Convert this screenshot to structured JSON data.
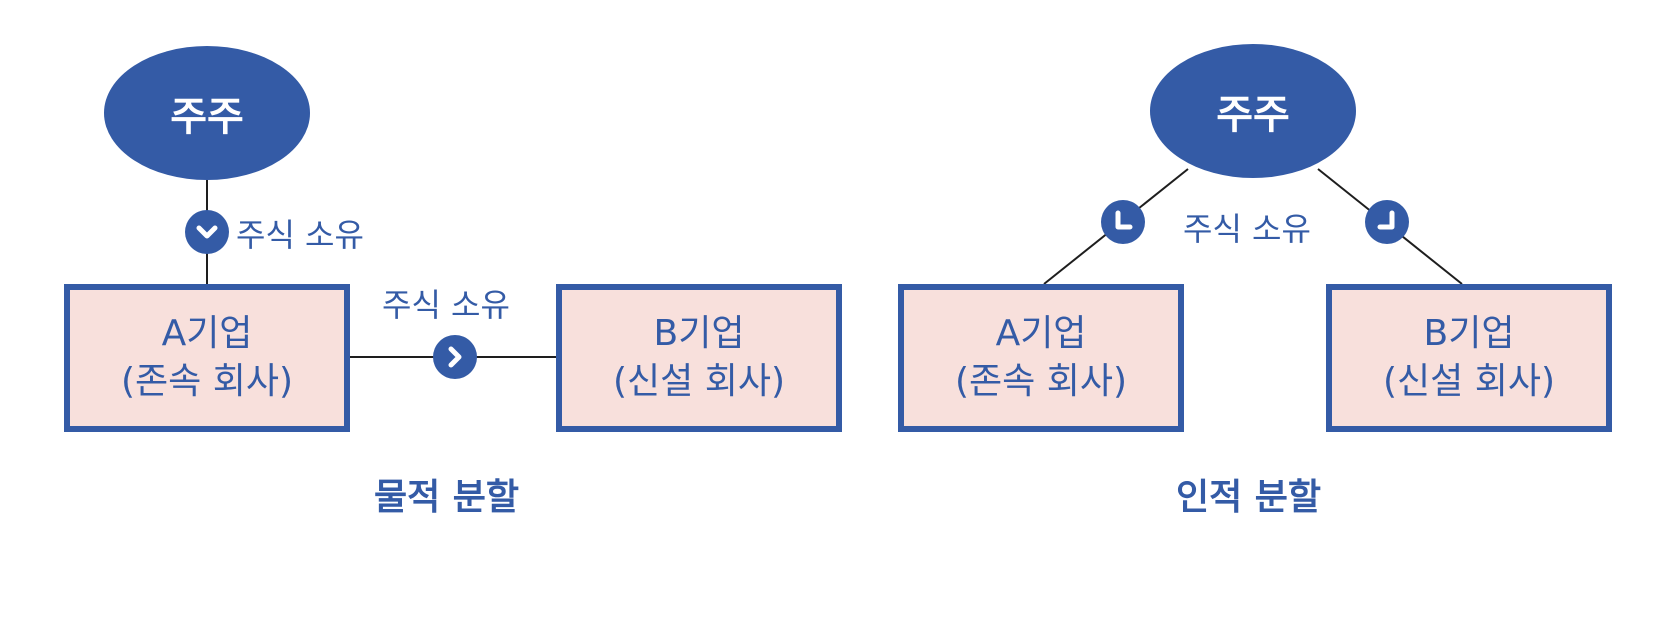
{
  "colors": {
    "primary": "#345ba6",
    "box_fill": "#f8e0dc",
    "line": "#1e1e1e"
  },
  "physical": {
    "shareholder": "주주",
    "ownership_top": "주식 소유",
    "ownership_middle": "주식 소유",
    "company_a": {
      "name": "A기업",
      "role": "(존속 회사)"
    },
    "company_b": {
      "name": "B기업",
      "role": "(신설 회사)"
    },
    "caption": "물적 분할"
  },
  "personal": {
    "shareholder": "주주",
    "ownership": "주식 소유",
    "company_a": {
      "name": "A기업",
      "role": "(존속 회사)"
    },
    "company_b": {
      "name": "B기업",
      "role": "(신설 회사)"
    },
    "caption": "인적 분할"
  },
  "icons": [
    "chevron-down-icon",
    "chevron-right-icon",
    "arrow-down-left-icon",
    "arrow-down-right-icon"
  ]
}
